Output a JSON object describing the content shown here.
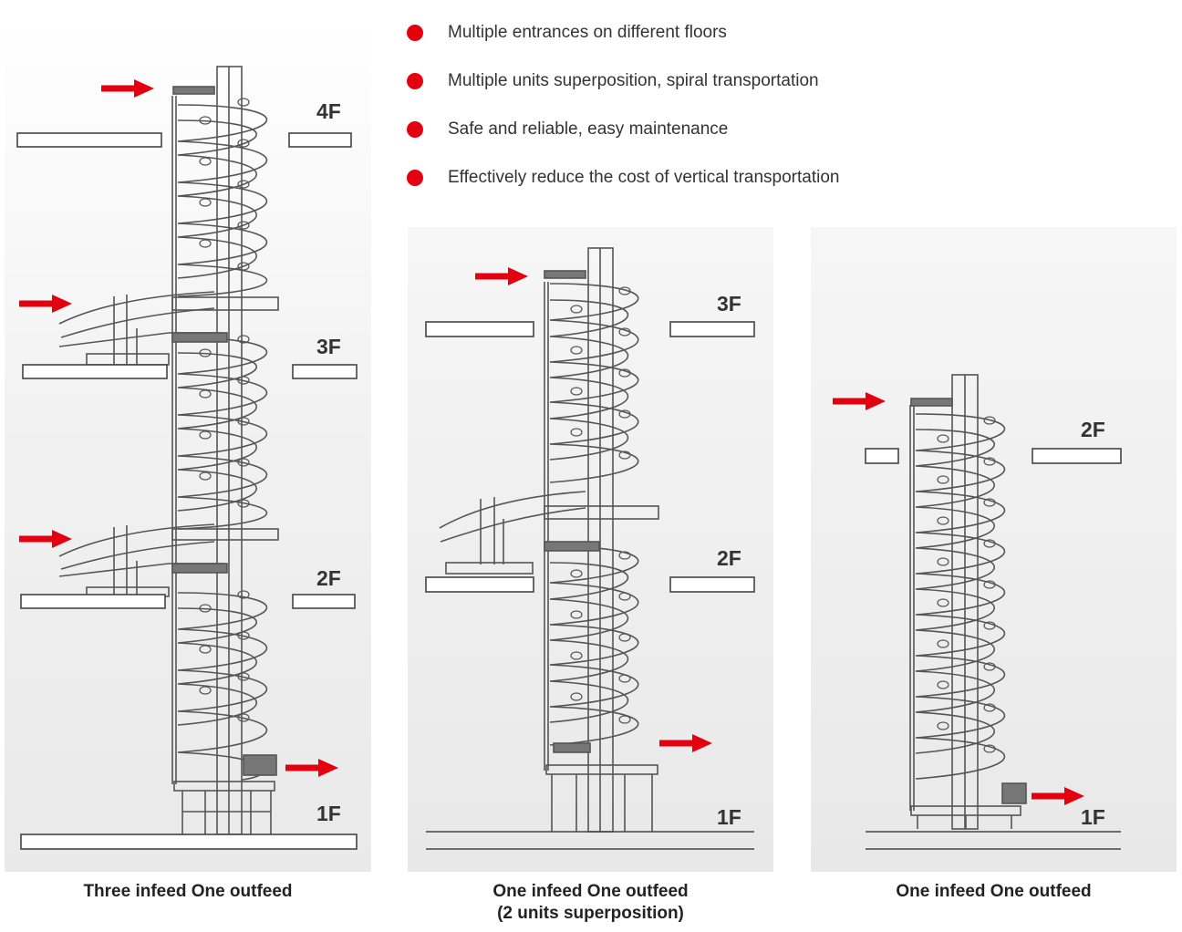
{
  "colors": {
    "accent_red": "#e3000f",
    "panel_bg": "#efefef",
    "line": "#555555"
  },
  "features": [
    {
      "text": "Multiple entrances on different floors",
      "icon": "red-dot-icon"
    },
    {
      "text": "Multiple units superposition, spiral transportation",
      "icon": "red-dot-icon"
    },
    {
      "text": "Safe and reliable, easy maintenance",
      "icon": "red-dot-icon"
    },
    {
      "text": "Effectively reduce the cost of vertical transportation",
      "icon": "red-dot-icon"
    }
  ],
  "diagrams": {
    "left": {
      "floors": [
        "4F",
        "3F",
        "2F",
        "1F"
      ],
      "caption": "Three infeed One outfeed"
    },
    "mid": {
      "floors": [
        "3F",
        "2F",
        "1F"
      ],
      "caption_line1": "One infeed One outfeed",
      "caption_line2": "(2 units superposition)"
    },
    "right": {
      "floors": [
        "2F",
        "1F"
      ],
      "caption": "One infeed One outfeed"
    }
  }
}
